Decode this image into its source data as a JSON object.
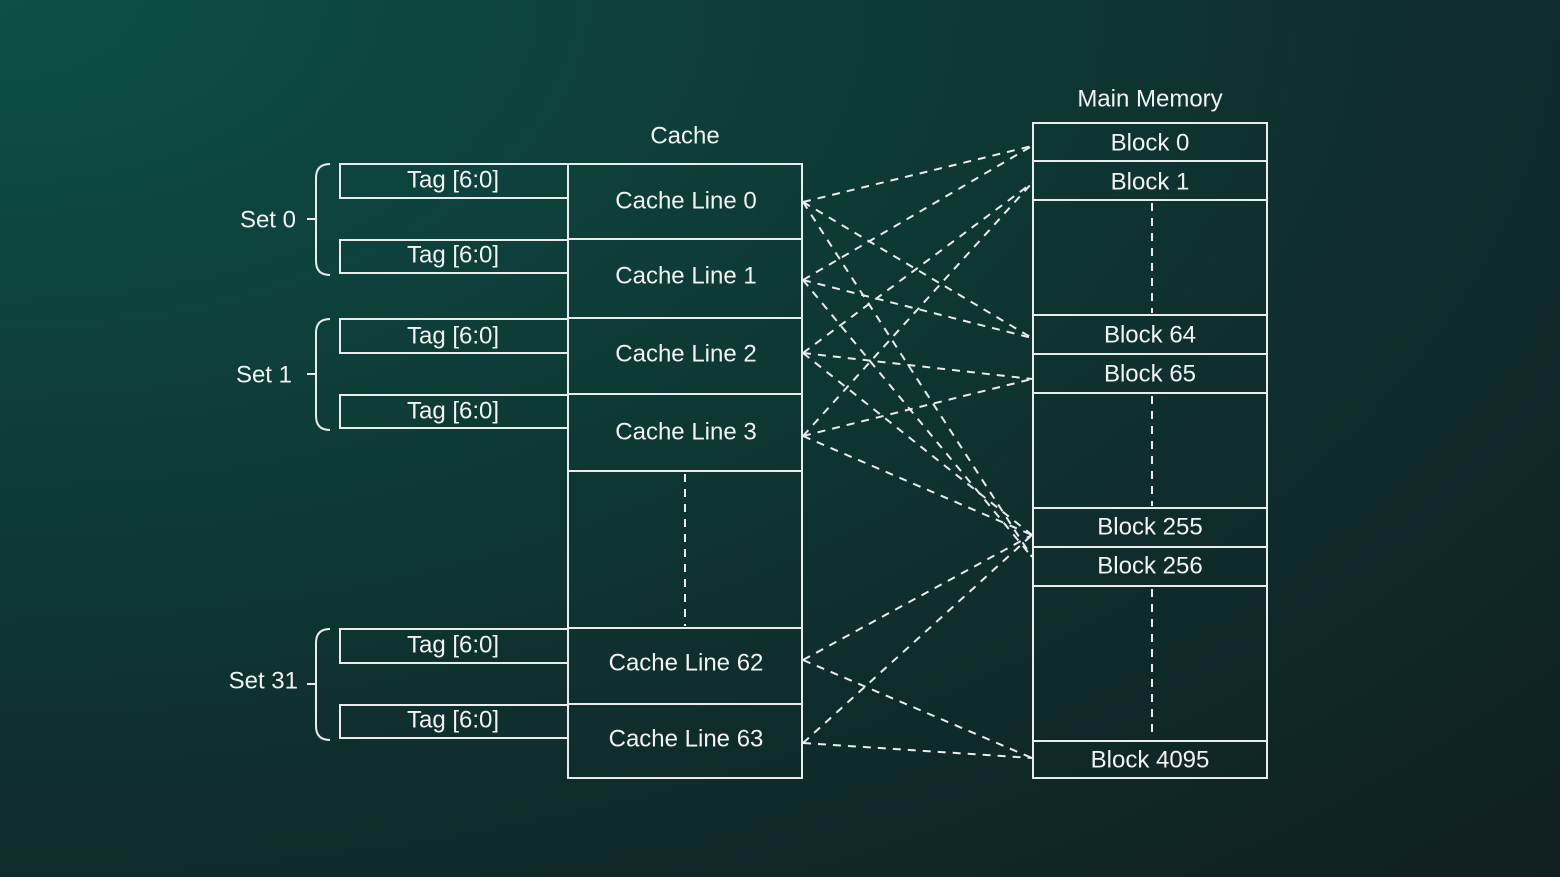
{
  "diagram": {
    "type": "cache-memory-mapping",
    "cache": {
      "title": "Cache",
      "lines": [
        {
          "id": 0,
          "label": "Cache Line 0"
        },
        {
          "id": 1,
          "label": "Cache Line 1"
        },
        {
          "id": 2,
          "label": "Cache Line 2"
        },
        {
          "id": 3,
          "label": "Cache Line 3"
        },
        {
          "id": 62,
          "label": "Cache Line 62"
        },
        {
          "id": 63,
          "label": "Cache Line 63"
        }
      ],
      "tag_label": "Tag [6:0]",
      "sets": [
        {
          "label": "Set 0",
          "lines": [
            0,
            1
          ]
        },
        {
          "label": "Set 1",
          "lines": [
            2,
            3
          ]
        },
        {
          "label": "Set 31",
          "lines": [
            62,
            63
          ]
        }
      ]
    },
    "memory": {
      "title": "Main Memory",
      "blocks": [
        {
          "id": 0,
          "label": "Block 0"
        },
        {
          "id": 1,
          "label": "Block 1"
        },
        {
          "id": 64,
          "label": "Block 64"
        },
        {
          "id": 65,
          "label": "Block 65"
        },
        {
          "id": 255,
          "label": "Block 255"
        },
        {
          "id": 256,
          "label": "Block 256"
        },
        {
          "id": 4095,
          "label": "Block 4095"
        }
      ]
    },
    "connections": [
      {
        "line": 0,
        "block": 0
      },
      {
        "line": 0,
        "block": 64
      },
      {
        "line": 0,
        "block": 256
      },
      {
        "line": 1,
        "block": 0
      },
      {
        "line": 1,
        "block": 64
      },
      {
        "line": 1,
        "block": 256
      },
      {
        "line": 2,
        "block": 1
      },
      {
        "line": 2,
        "block": 65
      },
      {
        "line": 2,
        "block": 255
      },
      {
        "line": 3,
        "block": 1
      },
      {
        "line": 3,
        "block": 65
      },
      {
        "line": 3,
        "block": 255
      },
      {
        "line": 62,
        "block": 255
      },
      {
        "line": 62,
        "block": 4095
      },
      {
        "line": 63,
        "block": 255
      },
      {
        "line": 63,
        "block": 4095
      }
    ],
    "colors": {
      "background_top_left": "#0c5047",
      "background_bottom_right": "#111f21",
      "stroke": "#e8ecea",
      "text": "#f2f4f3"
    }
  }
}
